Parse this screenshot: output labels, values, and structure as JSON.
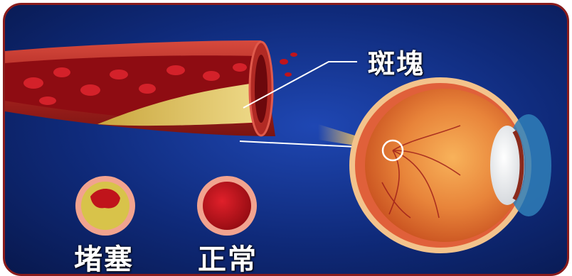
{
  "labels": {
    "plaque": "斑塊",
    "blocked": "堵塞",
    "normal": "正常"
  },
  "colors": {
    "background": "#13318c",
    "border": "#8a1c1c",
    "artery_wall": "#b8302a",
    "blood": "#c0141b",
    "plaque": "#d9c05a",
    "text": "#ffffff"
  }
}
